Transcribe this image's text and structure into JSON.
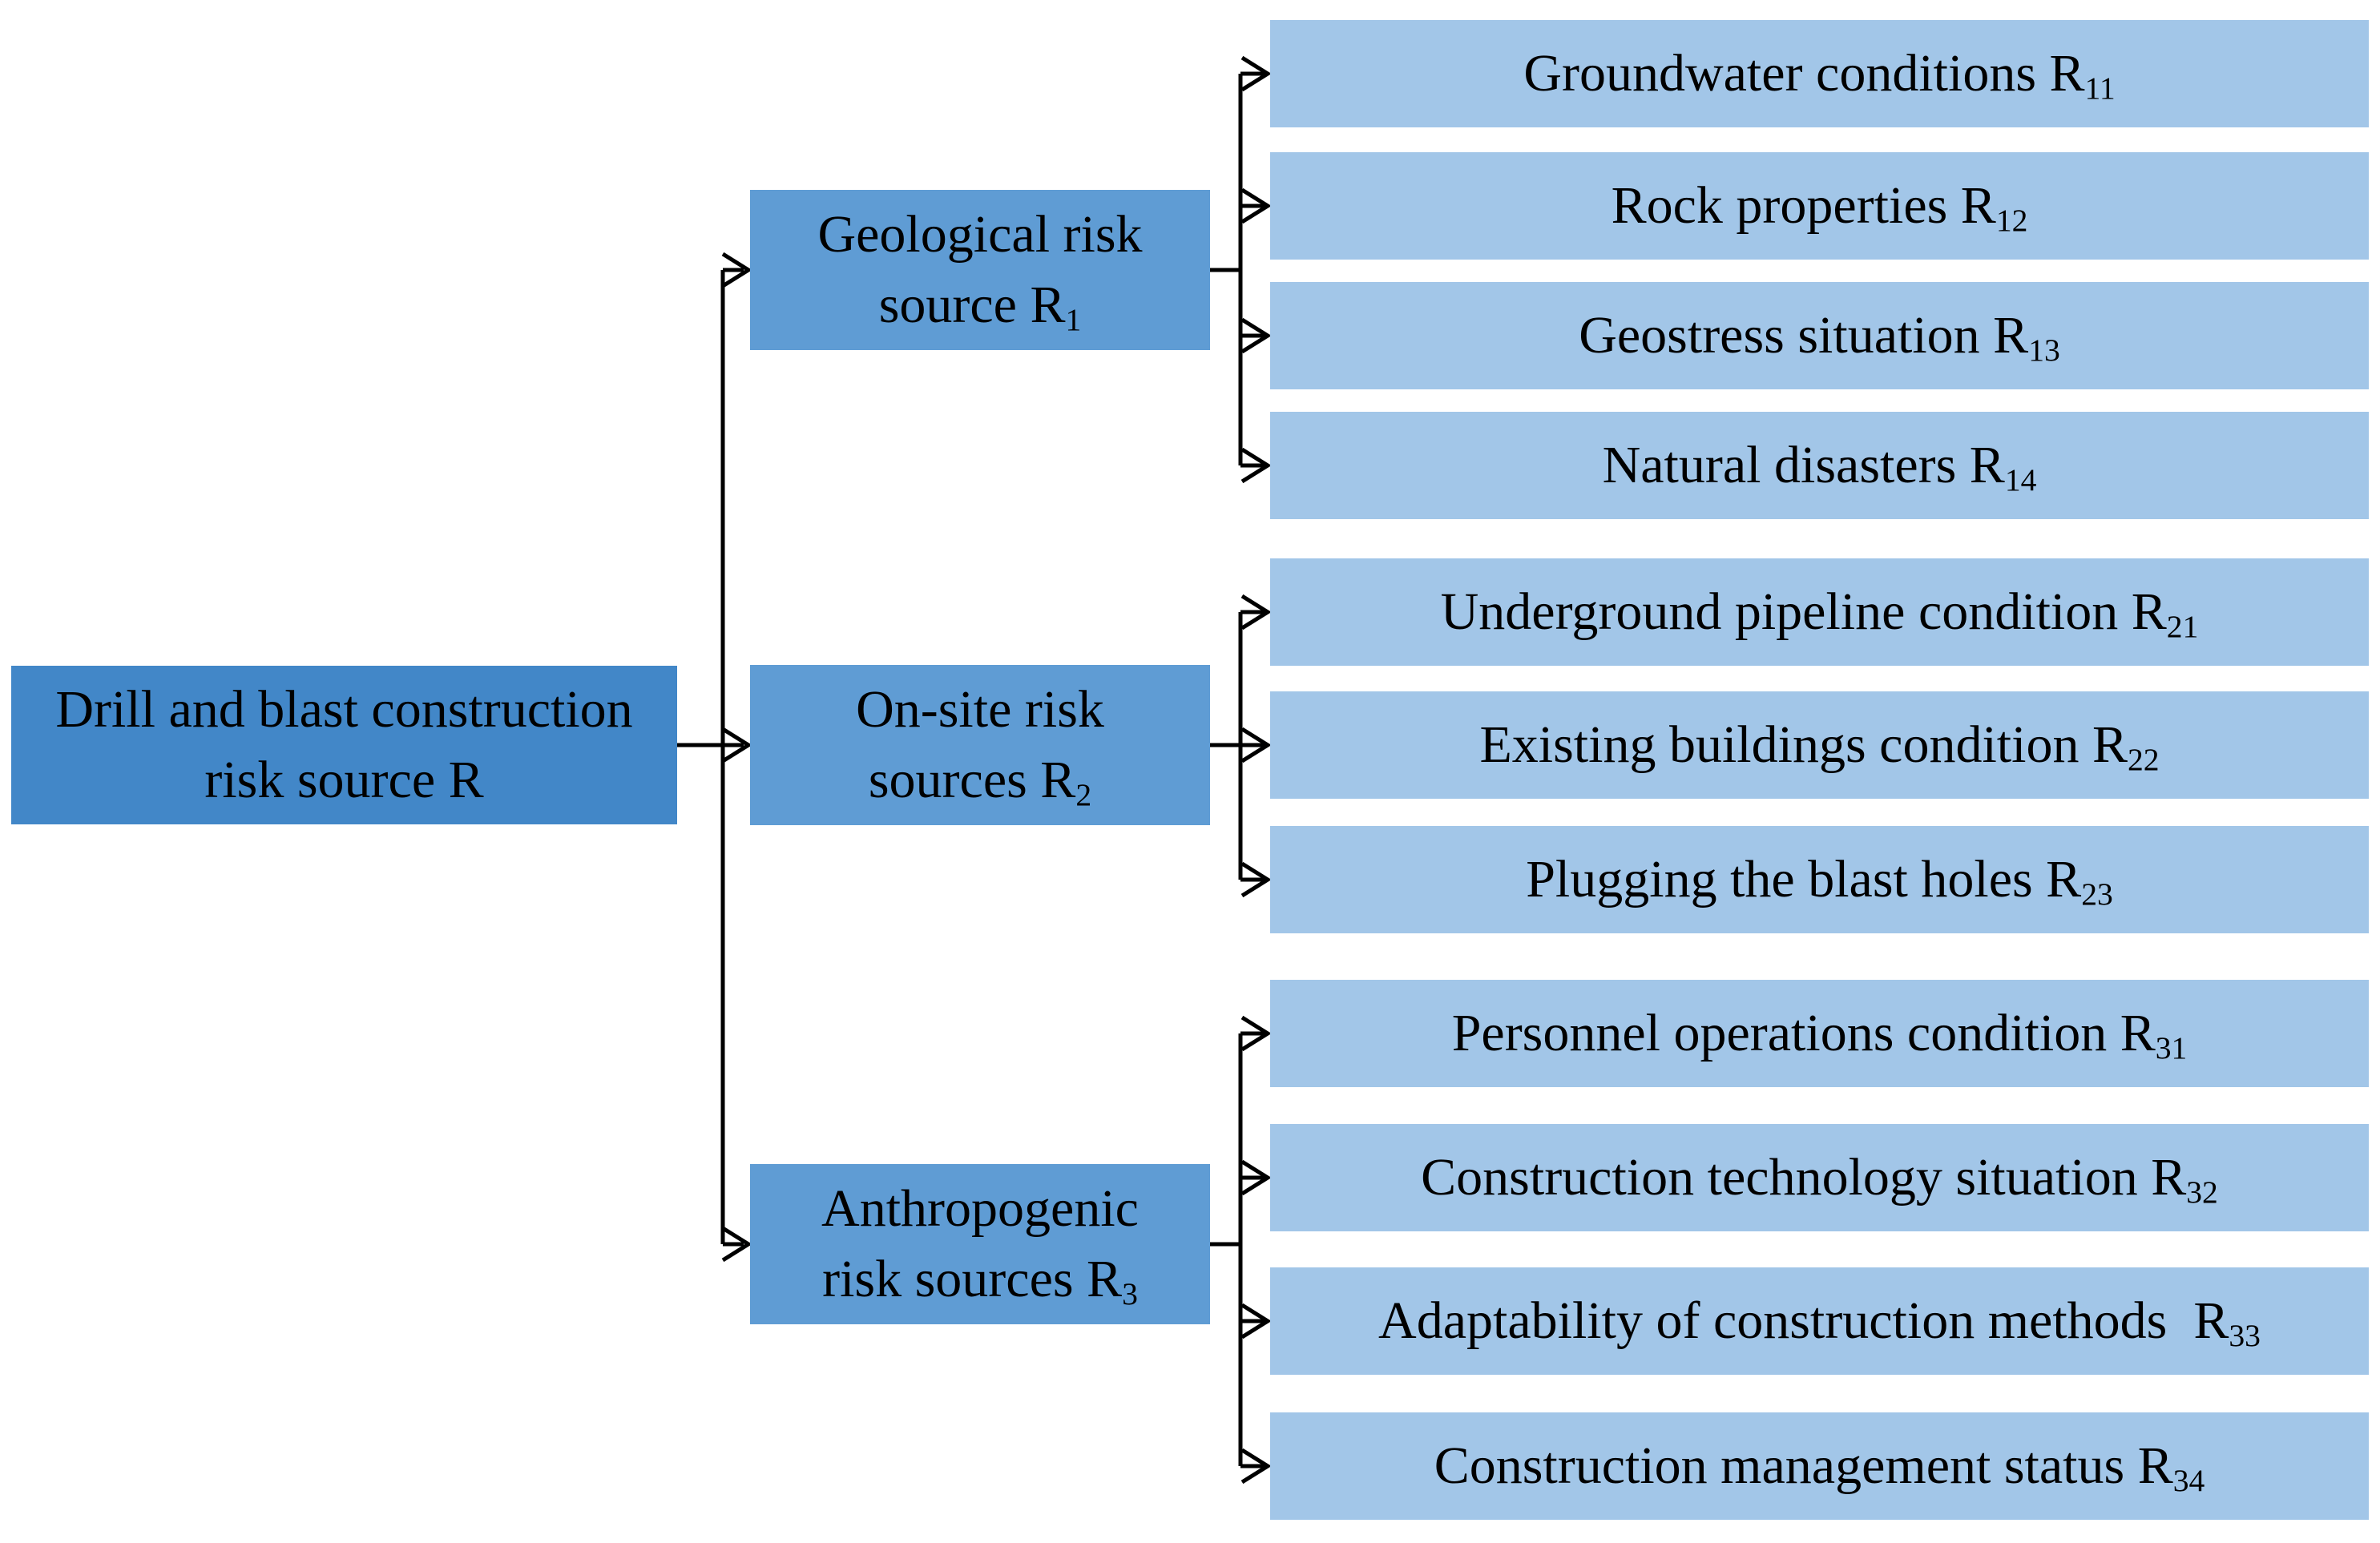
{
  "diagram": {
    "title": "Drill and blast construction risk source hierarchy",
    "colors": {
      "root_box": "#4287c8",
      "category_box": "#5f9cd4",
      "child_box": "#a2c6e8",
      "connector_line": "#000000",
      "text": "#000000",
      "background": "#ffffff"
    },
    "root": {
      "line1": "Drill and blast construction",
      "line2": "risk source R"
    },
    "categories": [
      {
        "line1": "Geological risk",
        "line2": "source R",
        "sub": "1",
        "children": [
          {
            "label": "Groundwater conditions R",
            "sub": "11"
          },
          {
            "label": "Rock properties R",
            "sub": "12"
          },
          {
            "label": "Geostress situation R",
            "sub": "13"
          },
          {
            "label": "Natural disasters R",
            "sub": "14"
          }
        ]
      },
      {
        "line1": "On-site risk",
        "line2": "sources R",
        "sub": "2",
        "children": [
          {
            "label": "Underground pipeline condition R",
            "sub": "21"
          },
          {
            "label": "Existing buildings condition R",
            "sub": "22"
          },
          {
            "label": "Plugging the blast holes R",
            "sub": "23"
          }
        ]
      },
      {
        "line1": "Anthropogenic",
        "line2": "risk sources R",
        "sub": "3",
        "children": [
          {
            "label": "Personnel operations condition R",
            "sub": "31"
          },
          {
            "label": "Construction technology situation R",
            "sub": "32"
          },
          {
            "label": "Adaptability of construction methods  R",
            "sub": "33"
          },
          {
            "label": "Construction management status R",
            "sub": "34"
          }
        ]
      }
    ]
  }
}
